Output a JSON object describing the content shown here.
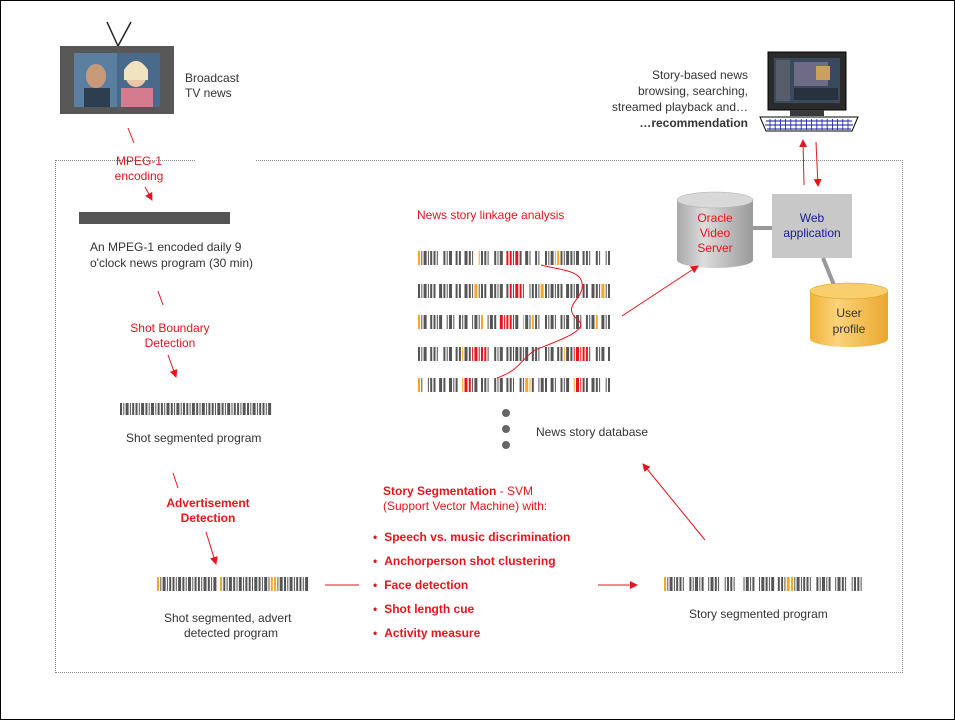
{
  "broadcast": {
    "line1": "Broadcast",
    "line2": "TV news"
  },
  "mpeg_encoding": {
    "line1": "MPEG-1",
    "line2": "encoding"
  },
  "encoded_program": {
    "line1": "An MPEG-1 encoded daily 9",
    "line2": "o'clock news program (30 min)"
  },
  "shot_boundary": {
    "line1": "Shot Boundary",
    "line2": "Detection"
  },
  "shot_segmented": "Shot segmented program",
  "advert_detection": {
    "line1": "Advertisement",
    "line2": "Detection"
  },
  "advert_detected": {
    "line1": "Shot segmented, advert",
    "line2": "detected program"
  },
  "story_segmentation": {
    "title_bold": "Story Segmentation",
    "title_rest": " - SVM",
    "line2": "(Support Vector Machine) with:",
    "features": [
      "Speech vs. music discrimination",
      "Anchorperson shot clustering",
      "Face detection",
      "Shot length cue",
      "Activity measure"
    ]
  },
  "story_segmented": "Story segmented program",
  "linkage_title": "News story linkage analysis",
  "news_db": "News story database",
  "oracle": {
    "line1": "Oracle",
    "line2": "Video",
    "line3": "Server"
  },
  "web_app": {
    "line1": "Web",
    "line2": "application"
  },
  "user_profile": {
    "line1": "User",
    "line2": "profile"
  },
  "client": {
    "line1": "Story-based news",
    "line2": "browsing, searching,",
    "line3": "streamed playback and…",
    "line4": "…recommendation"
  },
  "colors": {
    "accent_red": "#e8141b",
    "strip_gray": "#555555",
    "advert_orange": "#f5a623",
    "db_gray": "#bfbfbf",
    "db_orange": "#f7c553",
    "web_box": "#c8c8c8",
    "web_text": "#1a1a9c"
  },
  "icons": [
    "tv-icon",
    "computer-icon"
  ]
}
